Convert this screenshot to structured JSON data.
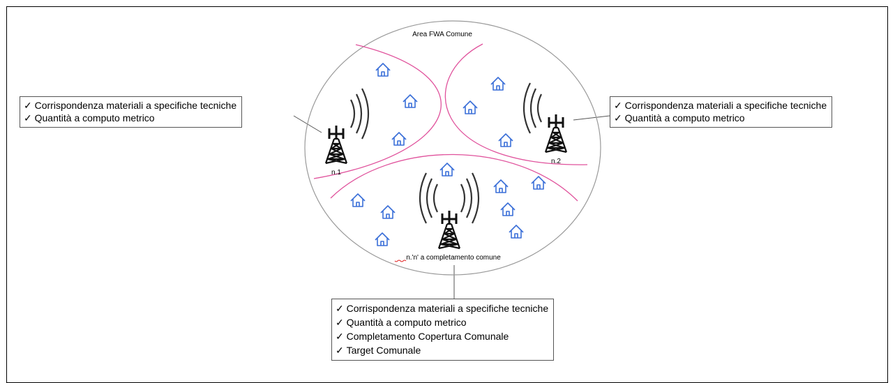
{
  "area_title": "Area FWA Comune",
  "towers": [
    {
      "label": "n.1"
    },
    {
      "label": "n.2"
    },
    {
      "label": "n.'n' a completamento comune"
    }
  ],
  "callouts": {
    "left": [
      "Corrispondenza materiali a specifiche tecniche",
      "Quantità a computo metrico"
    ],
    "right": [
      "Corrispondenza materiali a specifiche tecniche",
      "Quantità a computo metrico"
    ],
    "bottom": [
      "Corrispondenza materiali a specifiche tecniche",
      "Quantità a computo metrico",
      "Completamento Copertura Comunale",
      "Target Comunale"
    ]
  },
  "colors": {
    "boundary": "#e0529c",
    "house": "#3a6fd8",
    "tower": "#111111",
    "area": "#888888"
  },
  "icons": [
    "tower-icon",
    "house-icon"
  ]
}
